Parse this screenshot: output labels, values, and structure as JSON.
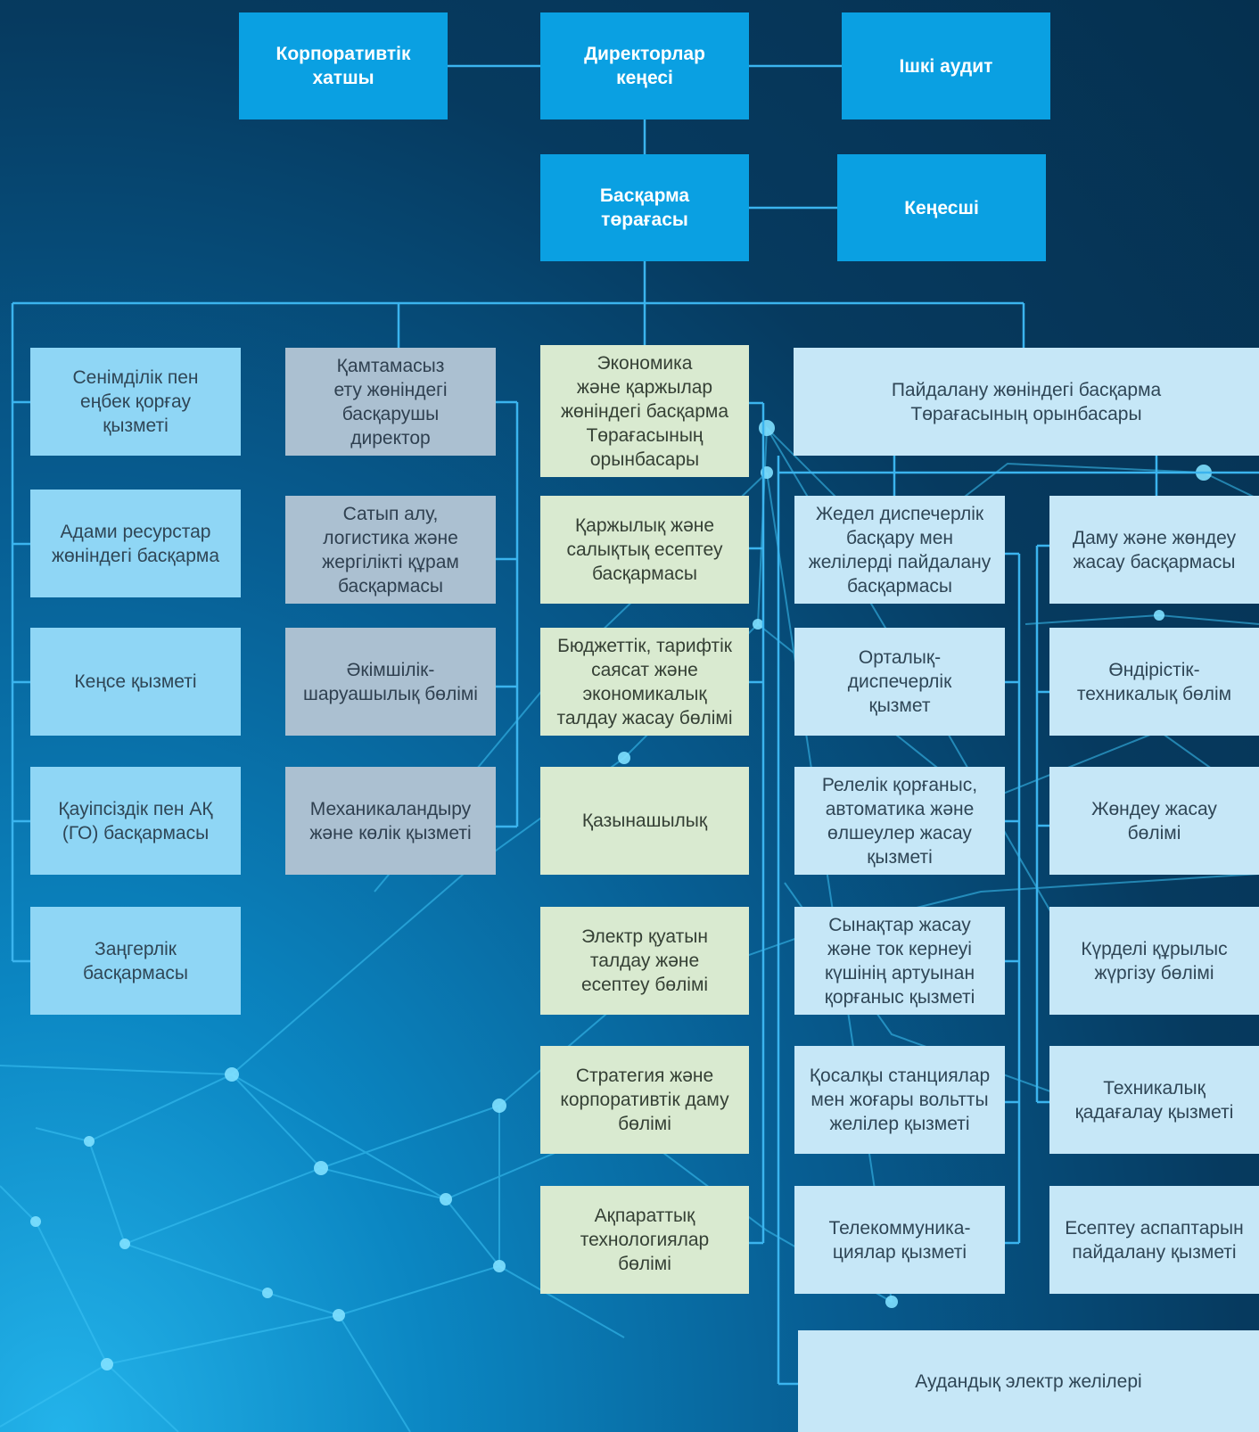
{
  "diagram": {
    "top": {
      "corporate_secretary": "Корпоративтік\nхатшы",
      "board_of_directors": "Директорлар\nкеңесі",
      "internal_audit": "Ішкі аудит",
      "chairman": "Басқарма\nтөрағасы",
      "advisor": "Кеңесші"
    },
    "column1": [
      "Сенімділік пен\nеңбек қорғау\nқызметі",
      "Адами ресурстар\nжөніндегі басқарма",
      "Кеңсе қызметі",
      "Қауіпсіздік пен АҚ\n(ГО) басқармасы",
      "Заңгерлік\nбасқармасы"
    ],
    "column2": [
      "Қамтамасыз\nету жөніндегі\nбасқарушы\nдиректор",
      "Сатып алу,\nлогистика және\nжергілікті құрам\nбасқармасы",
      "Әкімшілік-\nшаруашылық бөлімі",
      "Механикаландыру\nжәне көлік қызметі"
    ],
    "column3": [
      "Экономика\nжәне қаржылар\nжөніндегі басқарма\nТөрағасының\nорынбасары",
      "Қаржылық және\nсалықтық есептеу\nбасқармасы",
      "Бюджеттік, тарифтік\nсаясат және\nэкономикалық\nталдау жасау бөлімі",
      "Қазынашылық",
      "Электр қуатын\nталдау және\nесептеу бөлімі",
      "Стратегия және\nкорпоративтік даму\nбөлімі",
      "Ақпараттық\nтехнологиялар\nбөлімі"
    ],
    "operations_deputy": "Пайдалану жөніндегі басқарма\nТөрағасының орынбасары",
    "column4": [
      "Жедел диспечерлік\nбасқару мен\nжелілерді пайдалану\nбасқармасы",
      "Орталық-\nдиспечерлік\nқызмет",
      "Релелік қорғаныс,\nавтоматика және\nөлшеулер жасау\nқызметі",
      "Сынақтар жасау\nжәне ток кернеуі\nкүшінің артуынан\nқорғаныс қызметі",
      "Қосалқы станциялар\nмен жоғары вольтты\nжелілер қызметі",
      "Телекоммуника-\nциялар қызметі"
    ],
    "column5": [
      "Даму және жөндеу\nжасау басқармасы",
      "Өндірістік-\nтехникалық бөлім",
      "Жөндеу жасау\nбөлімі",
      "Күрделі құрылыс\nжүргізу бөлімі",
      "Техникалық\nқадағалау қызметі",
      "Есептеу аспаптарын\nпайдалану қызметі"
    ],
    "regional_networks": "Аудандық электр желілері"
  },
  "colors": {
    "top_box": "#0aa0e2",
    "light_blue_box": "#8fd6f5",
    "gray_box": "#abc0d1",
    "green_box": "#d9ead0",
    "pale_blue_box": "#c6e7f7",
    "connector": "#3bb4ee"
  }
}
